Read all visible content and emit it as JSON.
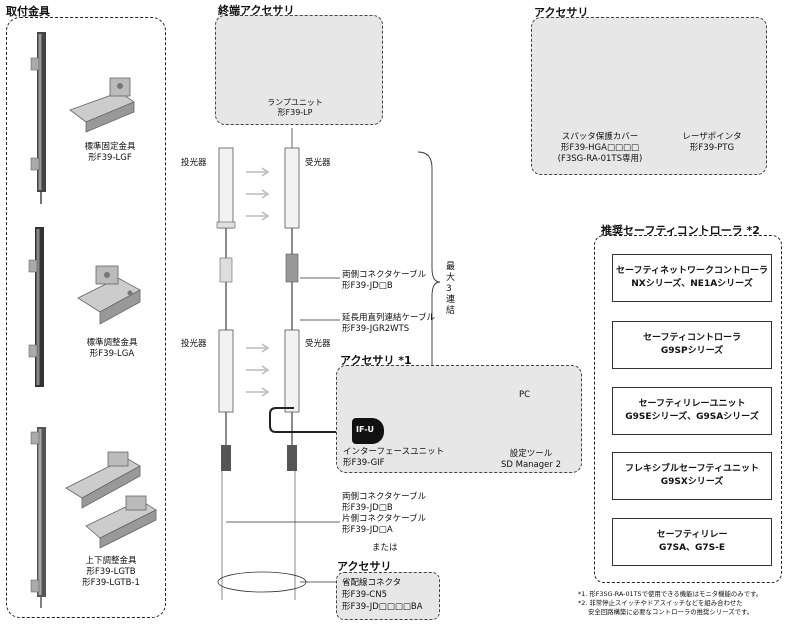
{
  "sections": {
    "mounting_title": "取付金具",
    "terminal_title": "終端アクセサリ",
    "accessory_top_title": "アクセサリ",
    "accessory1_title": "アクセサリ *1",
    "accessory_bottom_title": "アクセサリ",
    "controller_title": "推奨セーフティコントローラ *2"
  },
  "mounting": [
    {
      "name": "標準固定金具",
      "model": "形F39-LGF"
    },
    {
      "name": "標準調整金具",
      "model": "形F39-LGA"
    },
    {
      "name": "上下調整金具",
      "model": "形F39-LGTB",
      "model2": "形F39-LGTB-1"
    }
  ],
  "terminal": {
    "name": "ランプユニット",
    "model": "形F39-LP"
  },
  "top_accessories": [
    {
      "name": "スパッタ保護カバー",
      "model": "形F39-HGA□□□□",
      "note": "(F3SG-RA-01TS専用)"
    },
    {
      "name": "レーザポインタ",
      "model": "形F39-PTG"
    }
  ],
  "diagram": {
    "emitter": "投光器",
    "receiver": "受光器",
    "max_connection": "最大3連結",
    "cable_both": "両側コネクタケーブル",
    "cable_both_model": "形F39-JD□B",
    "ext_cable": "延長用直列連結ケーブル",
    "ext_cable_model": "形F39-JGR2WTS",
    "cable_both2": "両側コネクタケーブル",
    "cable_both2_model": "形F39-JD□B",
    "cable_single": "片側コネクタケーブル",
    "cable_single_model": "形F39-JD□A",
    "or": "または"
  },
  "accessory1": {
    "ifu_label": "IF-U",
    "interface_name": "インターフェースユニット",
    "interface_model": "形F39-GIF",
    "pc_label": "PC",
    "tool_name": "設定ツール",
    "tool_product": "SD Manager 2"
  },
  "bottom_accessory": {
    "name": "省配線コネクタ",
    "model1": "形F39-CN5",
    "model2": "形F39-JD□□□□BA"
  },
  "controllers": [
    {
      "line1": "セーフティネットワークコントローラ",
      "line2": "NXシリーズ、NE1Aシリーズ"
    },
    {
      "line1": "セーフティコントローラ",
      "line2": "G9SPシリーズ"
    },
    {
      "line1": "セーフティリレーユニット",
      "line2": "G9SEシリーズ、G9SAシリーズ"
    },
    {
      "line1": "フレキシブルセーフティユニット",
      "line2": "G9SXシリーズ"
    },
    {
      "line1": "セーフティリレー",
      "line2": "G7SA、G7S-E"
    }
  ],
  "footnotes": {
    "n1": "*1. 形F3SG-RA-01TSで使用できる機能はモニタ機能のみです。",
    "n2a": "*2. 非常停止スイッチやドアスイッチなどを組み合わせた",
    "n2b": "安全回路構築に必要なコントローラの推奨シリーズです。"
  }
}
